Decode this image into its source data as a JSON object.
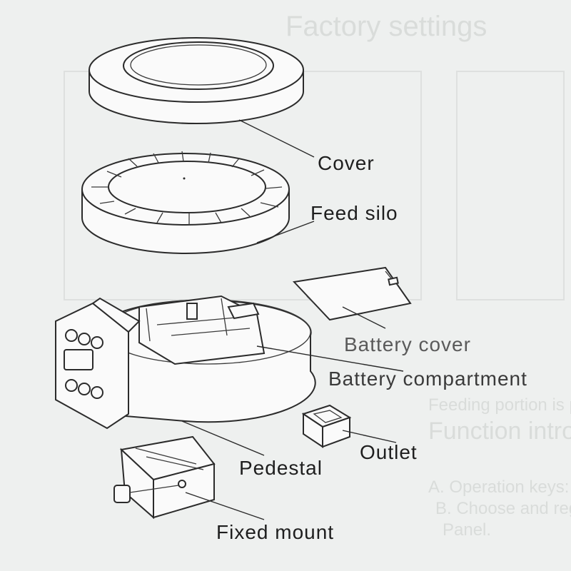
{
  "colors": {
    "paper": "#eef0ef",
    "ink": "#2a2a2a",
    "label_dark": "#1e1e1e",
    "label_grey": "#5a5a5a"
  },
  "background_text": {
    "heading": "Factory settings",
    "lines": [
      "Function introduction",
      "A. Operation keys: Set parameters",
      "B. Choose and register",
      "Panel.",
      "Feeding portion is place"
    ]
  },
  "labels": {
    "cover": "Cover",
    "feed_silo": "Feed silo",
    "battery_cover": "Battery cover",
    "battery_compartment": "Battery compartment",
    "outlet": "Outlet",
    "pedestal": "Pedestal",
    "fixed_mount": "Fixed mount"
  }
}
